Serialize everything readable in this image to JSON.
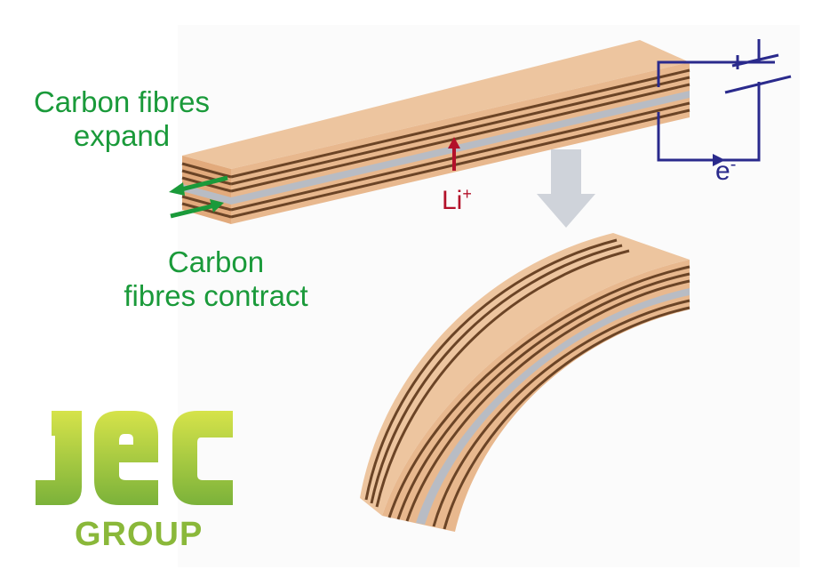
{
  "labels": {
    "expand_line1": "Carbon fibres",
    "expand_line2": "expand",
    "contract_line1": "Carbon",
    "contract_line2": "fibres contract",
    "ion": "Li",
    "ion_charge": "+",
    "electron": "e",
    "electron_charge": "-"
  },
  "logo": {
    "brand": "JEC",
    "sub": "GROUP"
  },
  "colors": {
    "fibre_tan": "#e8b88e",
    "fibre_dark": "#6b4426",
    "electrolyte_gray": "#b8bcc4",
    "label_green": "#1a9a3a",
    "ion_red": "#b3112a",
    "circuit_blue": "#2a2a8c",
    "logo_green": "#8ab83a"
  }
}
